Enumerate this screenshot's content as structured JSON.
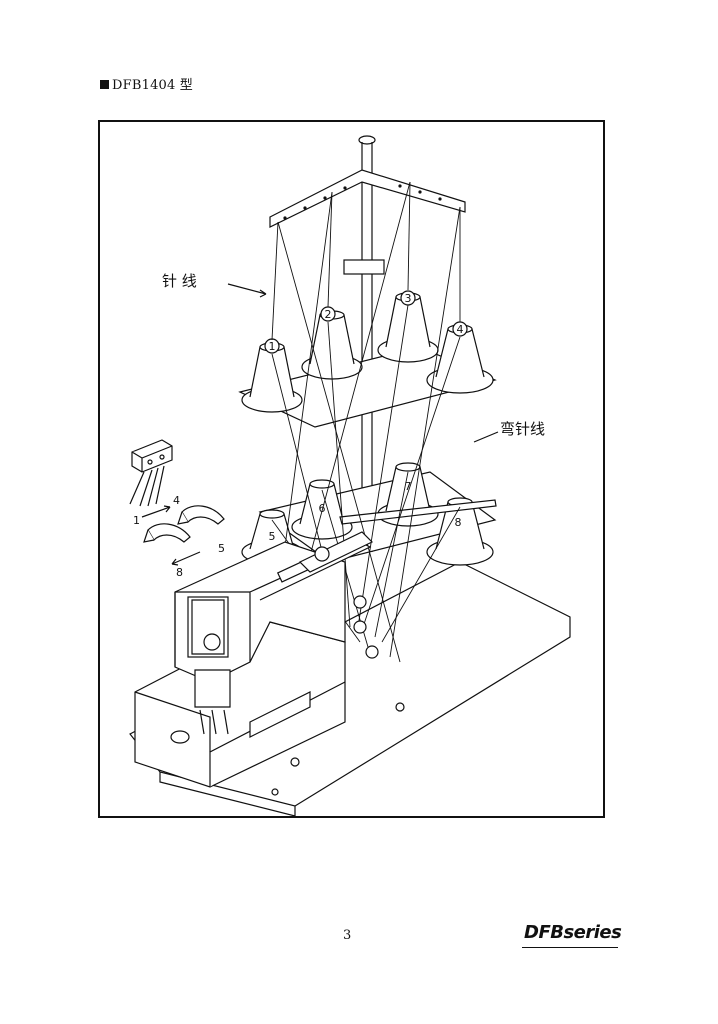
{
  "header": {
    "model": "DFB1404 型"
  },
  "diagram": {
    "labels": {
      "needle_thread": "针 线",
      "looper_thread": "弯针线"
    },
    "cones": [
      "1",
      "2",
      "3",
      "4",
      "5",
      "6",
      "7",
      "8"
    ],
    "inset": {
      "arrow_top_start": "1",
      "arrow_top_end": "4",
      "arrow_bottom_start": "8",
      "arrow_bottom_end": "5"
    }
  },
  "footer": {
    "page_number": "3",
    "brand": "DFBseries"
  }
}
